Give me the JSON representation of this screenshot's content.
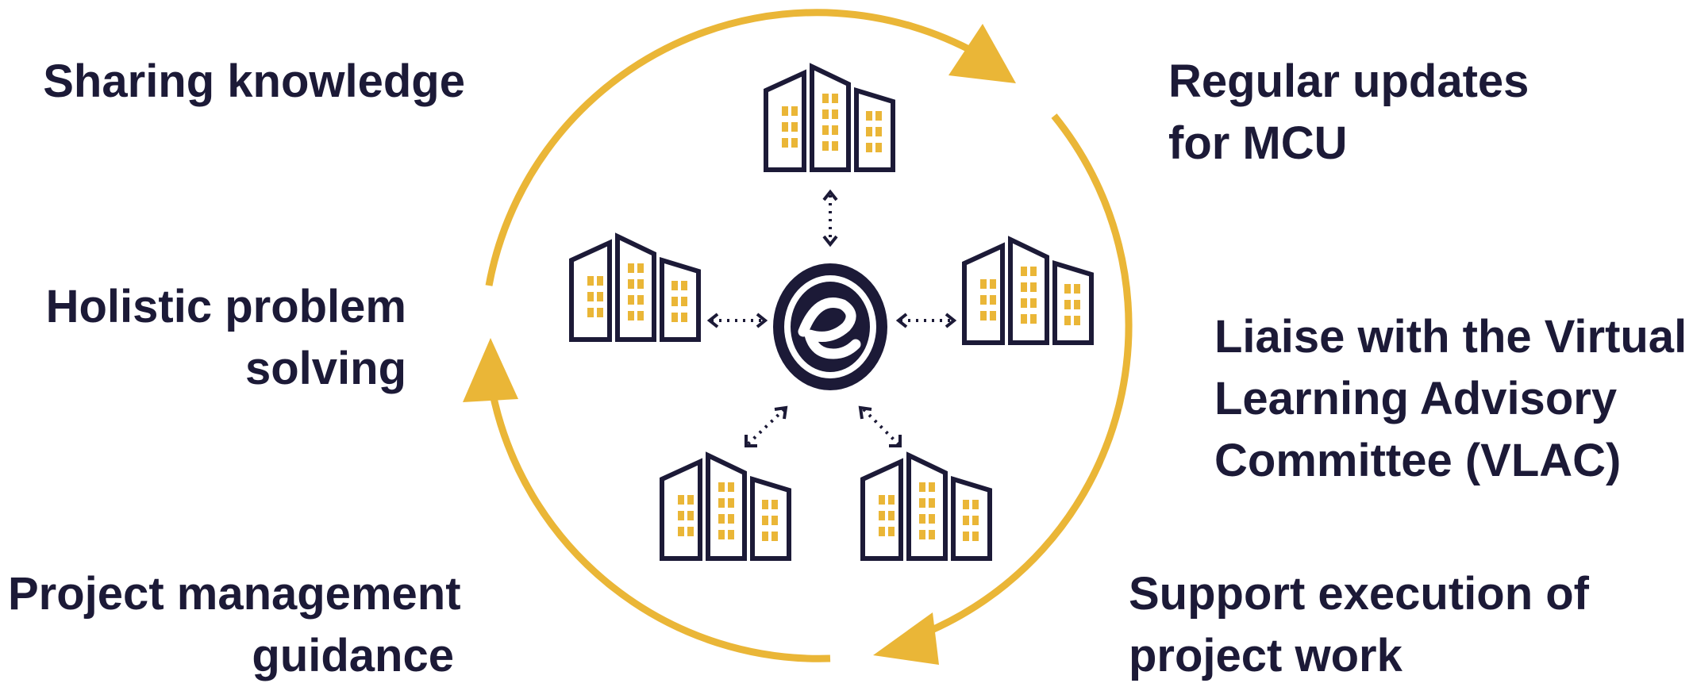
{
  "colors": {
    "accent": "#eab637",
    "ink": "#1c1a37",
    "background": "#ffffff"
  },
  "center": {
    "icon": "e-logo-icon"
  },
  "buildings": {
    "icon": "office-buildings-icon",
    "count": 5
  },
  "labels": {
    "sharing": [
      "Sharing knowledge"
    ],
    "holistic": [
      "Holistic problem",
      "solving"
    ],
    "project_mgmt": [
      "Project management",
      "guidance"
    ],
    "regular": [
      "Regular updates",
      "for MCU"
    ],
    "liaise": [
      "Liaise with the Virtual",
      "Learning Advisory",
      "Committee (VLAC)"
    ],
    "support": [
      "Support execution of",
      "project work"
    ]
  }
}
